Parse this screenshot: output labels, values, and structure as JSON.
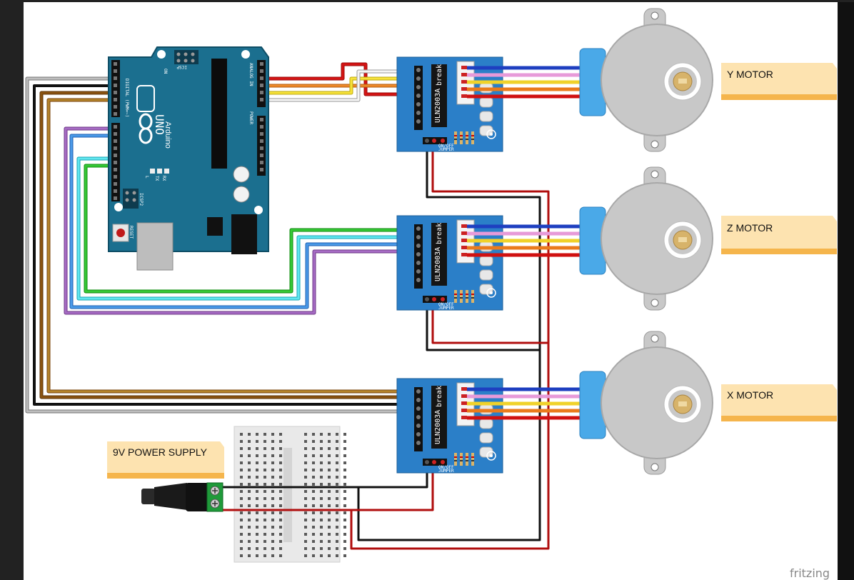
{
  "labels": {
    "y_motor": "Y MOTOR",
    "z_motor": "Z MOTOR",
    "x_motor": "X MOTOR",
    "power_supply": "9V POWER SUPPLY",
    "watermark": "fritzing"
  },
  "arduino": {
    "brand": "UNO",
    "sub": "Arduino",
    "icsp": "ICSP",
    "icsp2": "ICSP2",
    "reset": "RESET",
    "on": "ON",
    "analog_in": "ANALOG IN",
    "power": "POWER",
    "digital": "DIGITAL (PWM=~)",
    "tx": "TX",
    "rx": "RX",
    "l": "L"
  },
  "driver": {
    "chip": "ULN2003A",
    "board": "break",
    "jumper_1": "ON/OFF",
    "jumper_2": "JUMPER"
  },
  "colors": {
    "background": "#ffffff",
    "frame": "#222222",
    "arduino": "#1b6f8f",
    "driver": "#2b7fc8",
    "motor": "#c8c8c8",
    "motor_connector": "#4aa9e8",
    "label_note": "#fde3b0",
    "label_note_edge": "#f5b54c",
    "wire_red": "#d01010",
    "wire_black": "#111111",
    "wire_blue": "#1e3fc0",
    "wire_pink": "#e79ad9",
    "wire_yellow": "#f0d22a",
    "wire_orange": "#ea7b1c",
    "wire_green": "#23b523",
    "wire_cyan": "#3fd3e0",
    "wire_lightblue": "#3d8fe0",
    "wire_purple": "#9a55b8",
    "wire_brown": "#8a5310",
    "wire_darkorange": "#b4620e",
    "wire_gray": "#9a9a9a",
    "wire_white": "#f2f2f2"
  }
}
